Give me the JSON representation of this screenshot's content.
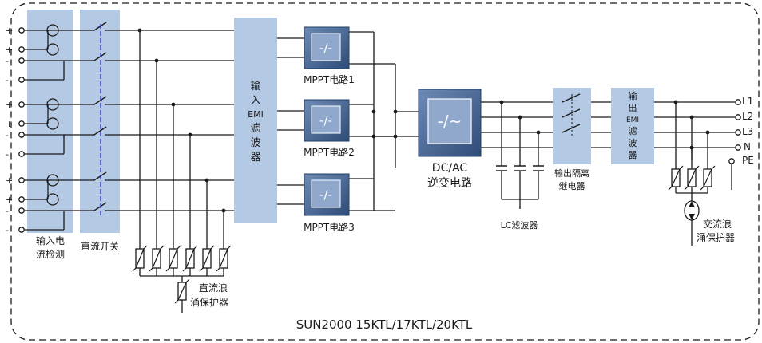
{
  "title": "SUN2000 15KTL/17KTL/20KTL",
  "input_current_detection": [
    "输入电",
    "流检测"
  ],
  "dc_switch": "直流开关",
  "input_emi_filter": [
    "输",
    "入",
    "EMI",
    "滤",
    "波",
    "器"
  ],
  "mppt": [
    "MPPT电路1",
    "MPPT电路2",
    "MPPT电路3"
  ],
  "inverter": [
    "DC/AC",
    "逆变电路"
  ],
  "lc_filter": "LC滤波器",
  "output_isolation_relay": [
    "输出隔离",
    "继电器"
  ],
  "output_emi_filter": [
    "输",
    "出",
    "EMI",
    "滤",
    "波",
    "器"
  ],
  "dc_surge_protector": [
    "直流浪",
    "涌保护器"
  ],
  "ac_surge_protector": [
    "交流浪",
    "涌保护器"
  ],
  "ac_terminals": [
    "L1",
    "L2",
    "L3",
    "N",
    "PE"
  ],
  "input_polarity": [
    "+",
    "+",
    "-",
    "-",
    "+",
    "+",
    "-",
    "-",
    "+",
    "+",
    "-",
    "-"
  ],
  "colors": {
    "line": "#1a1a1a",
    "block": "#b4c9e4",
    "device": "#3a5a8a",
    "device_face": "#7a97bf",
    "switch_dash": "#2222cc"
  }
}
